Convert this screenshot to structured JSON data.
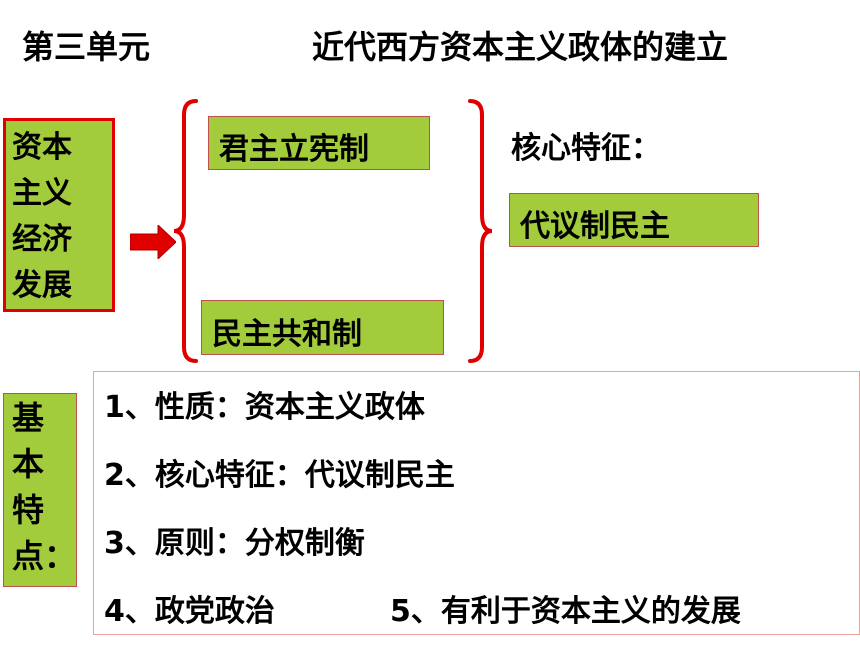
{
  "title": {
    "unit": "第三单元",
    "topic": "近代西方资本主义政体的建立"
  },
  "economy_box": {
    "lines": [
      "资本",
      "主义",
      "经济",
      "发展"
    ]
  },
  "systems": {
    "constitutional_monarchy": "君主立宪制",
    "democratic_republic": "民主共和制"
  },
  "core_feature": {
    "label": "核心特征：",
    "value": "代议制民主"
  },
  "basic_features": {
    "label_lines": [
      "基",
      "本",
      "特",
      "点："
    ],
    "items": [
      "1、性质：资本主义政体",
      "2、核心特征：代议制民主",
      "3、原则：分权制衡",
      "4、政党政治",
      "5、有利于资本主义的发展"
    ]
  },
  "colors": {
    "box_green": "#a3cc3c",
    "accent_red": "#e00000"
  }
}
